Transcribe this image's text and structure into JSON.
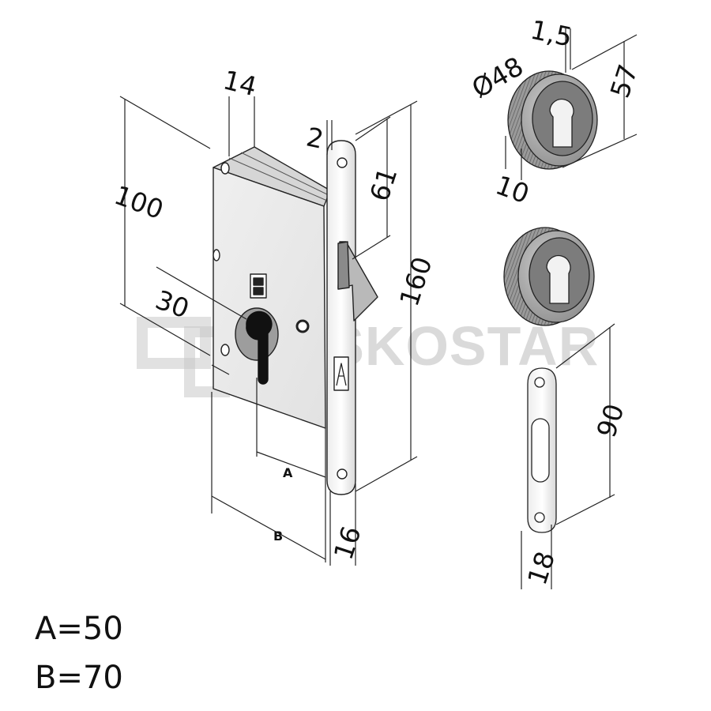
{
  "watermark": "FISKOSTAR",
  "dimensions": {
    "lock_height": "100",
    "case_depth": "14",
    "faceplate_thickness": "2",
    "hook_offset": "61",
    "faceplate_length": "160",
    "cylinder_offset": "30",
    "label_a": "A",
    "label_b": "B",
    "faceplate_width": "16",
    "rosette_diameter": "Ø48",
    "rosette_offset": "1,5",
    "rosette_height": "57",
    "rosette_depth": "10",
    "strike_length": "90",
    "strike_width": "18"
  },
  "legend": {
    "a": "A=50",
    "b": "B=70"
  }
}
